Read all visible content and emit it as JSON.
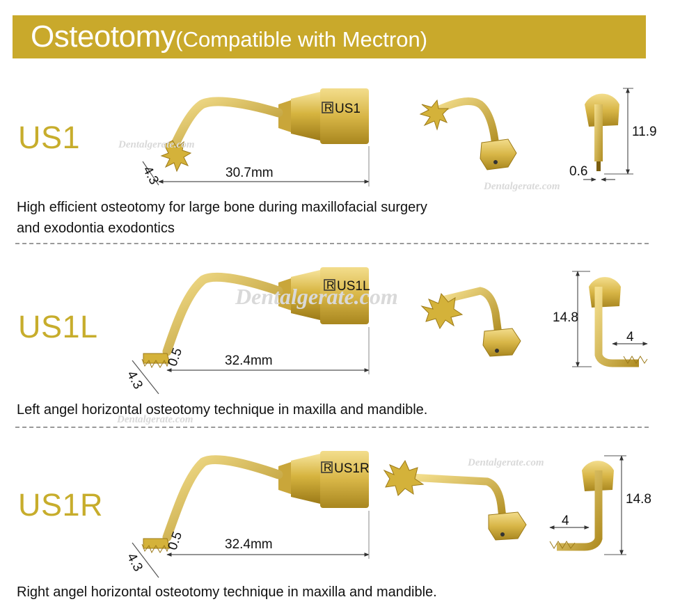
{
  "banner": {
    "title": "Osteotomy",
    "subtitle": "(Compatible with Mectron)"
  },
  "colors": {
    "banner": "#c9a92b",
    "gold": "#c7ad2c",
    "tip_gold": "#d4b23a"
  },
  "watermark": "Dentalgerate.com",
  "brand_mark": "R",
  "sections": [
    {
      "model": "US1",
      "engraving": "US1",
      "length_label": "30.7mm",
      "tip_width_label": "4.3",
      "side_height_label": "11.9",
      "side_thickness_label": "0.6",
      "description_lines": [
        "High efficient osteotomy for large bone during maxillofacial surgery",
        "and exodontia exodontics"
      ]
    },
    {
      "model": "US1L",
      "engraving": "US1L",
      "length_label": "32.4mm",
      "tip_width_label": "4.3",
      "tip_offset_label": "0.5",
      "side_height_label": "14.8",
      "side_width_label": "4",
      "description_lines": [
        "Left angel horizontal osteotomy technique in maxilla and mandible."
      ]
    },
    {
      "model": "US1R",
      "engraving": "US1R",
      "length_label": "32.4mm",
      "tip_width_label": "4.3",
      "tip_offset_label": "0.5",
      "side_height_label": "14.8",
      "side_width_label": "4",
      "description_lines": [
        "Right angel horizontal osteotomy technique in maxilla and mandible."
      ]
    }
  ]
}
